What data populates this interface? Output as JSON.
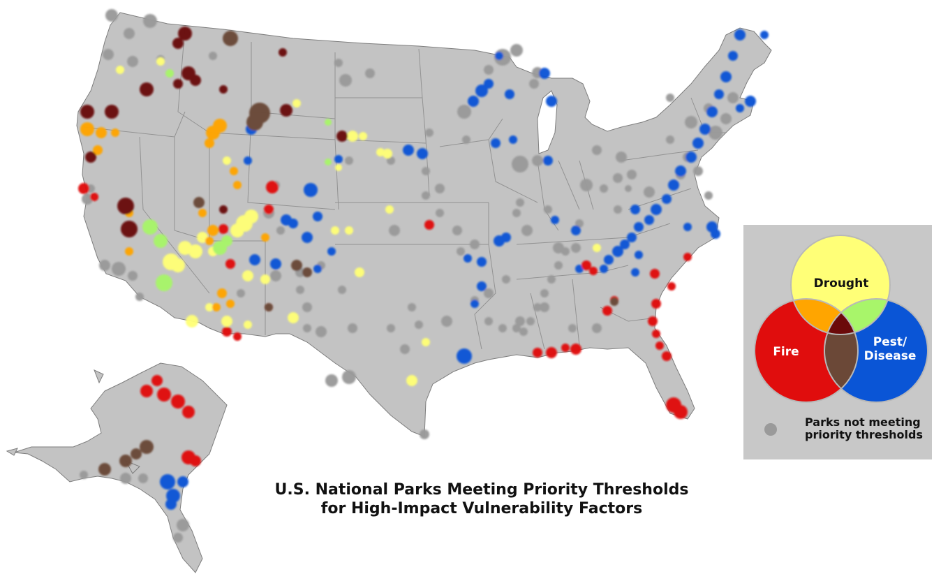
{
  "title_line1": "U.S. National Parks Meeting Priority Thresholds",
  "title_line2": "for High-Impact Vulnerability Factors",
  "legend": {
    "drought": "Drought",
    "fire": "Fire",
    "pest_line1": "Pest/",
    "pest_line2": "Disease",
    "gray_line1": "Parks not meeting",
    "gray_line2": "priority thresholds"
  },
  "colors": {
    "map_fill": "#c3c3c3",
    "map_border": "#7d7d7d",
    "drought": "#ffff77",
    "fire": "#e00d0d",
    "pest": "#0a55d6",
    "drought_fire": "#ffa500",
    "drought_pest": "#a8f56a",
    "fire_pest": "#6b4837",
    "all_three": "#6b0a0a",
    "none": "#9a9a9a"
  }
}
